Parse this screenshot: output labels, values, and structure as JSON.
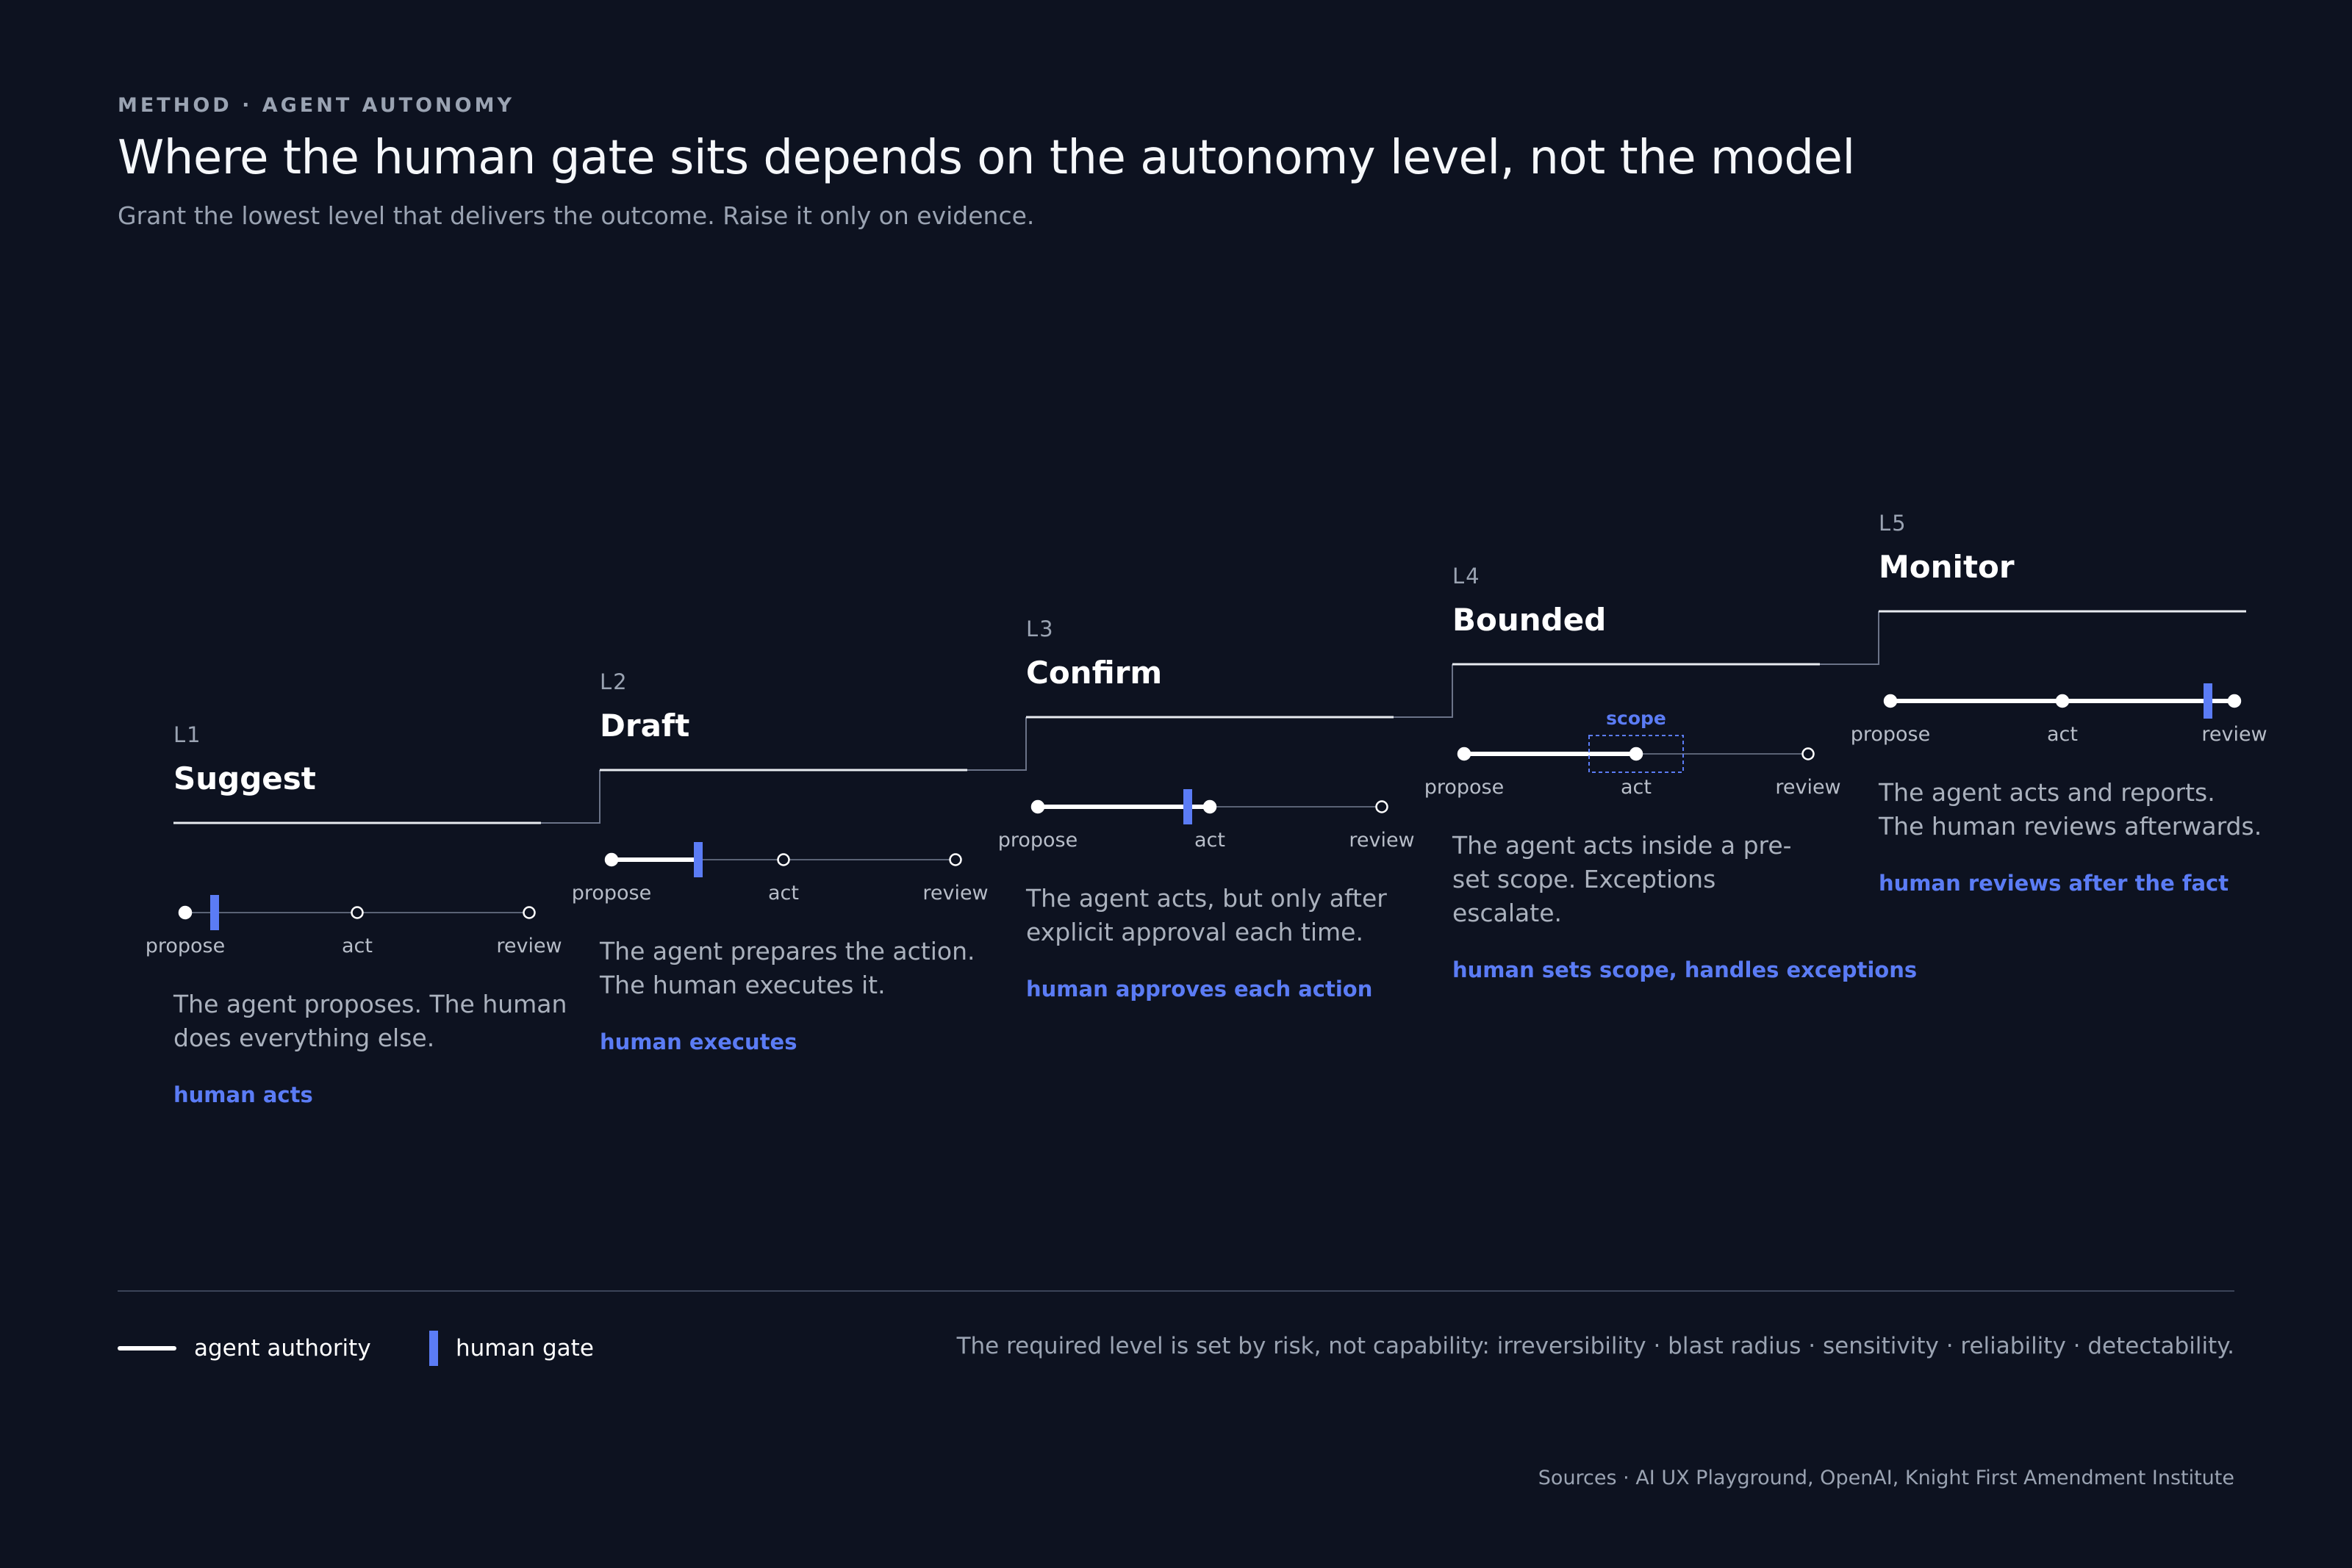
{
  "header": {
    "eyebrow": "METHOD · AGENT AUTONOMY",
    "title": "Where the human gate sits depends on the autonomy level, not the model",
    "subtitle": "Grant the lowest level that delivers the outcome. Raise it only on evidence."
  },
  "colors": {
    "background": "#0d1220",
    "authority": "#ffffff",
    "gate": "#5b7cf5",
    "muted": "#9aa3b2",
    "stair": "#6b7388"
  },
  "steps": [
    "propose",
    "act",
    "review"
  ],
  "levels": [
    {
      "id": "L1",
      "name": "Suggest",
      "authority_to": "propose",
      "gate_after": "propose",
      "description": [
        "The agent proposes. The human",
        "does everything else."
      ],
      "human_role": "human acts",
      "scope_label": ""
    },
    {
      "id": "L2",
      "name": "Draft",
      "authority_to": "between-propose-act",
      "gate_after": "between-propose-act",
      "description": [
        "The agent prepares the action.",
        "The human executes it."
      ],
      "human_role": "human executes",
      "scope_label": ""
    },
    {
      "id": "L3",
      "name": "Confirm",
      "authority_to": "act",
      "gate_after": "before-act",
      "description": [
        "The agent acts, but only after",
        "explicit approval each time."
      ],
      "human_role": "human approves each action",
      "scope_label": ""
    },
    {
      "id": "L4",
      "name": "Bounded",
      "authority_to": "act",
      "gate_after": "none",
      "description": [
        "The agent acts inside a pre-",
        "set scope. Exceptions",
        "escalate."
      ],
      "human_role": "human sets scope, handles exceptions",
      "scope_label": "scope"
    },
    {
      "id": "L5",
      "name": "Monitor",
      "authority_to": "review",
      "gate_after": "before-review",
      "description": [
        "The agent acts and reports.",
        "The human reviews afterwards."
      ],
      "human_role": "human reviews after the fact",
      "scope_label": ""
    }
  ],
  "legend": {
    "authority_label": "agent authority",
    "gate_label": "human gate"
  },
  "footnote": "The required level is set by risk, not capability: irreversibility · blast radius · sensitivity · reliability · detectability.",
  "sources": "Sources · AI UX Playground, OpenAI, Knight First Amendment Institute"
}
